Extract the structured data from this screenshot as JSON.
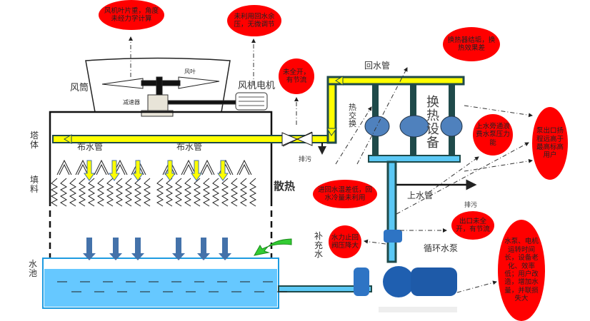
{
  "colors": {
    "problem_ellipse": "#ff0000",
    "hot_water": "#ffff00",
    "pipe": "#1f4a4a",
    "cold_water": "#5bc8f5",
    "pool_water": "#66c8ff",
    "drop_arrow": "#4472aa",
    "makeup_arrow": "#33cc33",
    "exchanger_disc": "#4f81bd"
  },
  "labels": {
    "fan_stack": "风筒",
    "reducer": "减速器",
    "fan_blade": "风叶",
    "fan_motor": "风机电机",
    "return_pipe": "回水管",
    "heat_exchange": "热交换",
    "exchanger": "换热设备",
    "tower_body": "塔体",
    "distribution_pipe_1": "布水管",
    "distribution_pipe_2": "布水管",
    "blowdown_1": "排污",
    "fill": "填料",
    "heat_dissipation": "散热",
    "supply_pipe": "上水管",
    "blowdown_2": "排污",
    "makeup_water": "补充水",
    "circulating_pump": "循环水泵",
    "pool": "水池"
  },
  "problems": [
    "风机叶片重，角度未经力学计算",
    "未利用回水余压，无微调节",
    "未全开，有节流",
    "换热器结垢，换热效果差",
    "上水旁通浪费水泵压力能",
    "泵出口扬程远高于最高标高用户",
    "进回水温差低，回水冷量未利用",
    "出口未全开，有节流",
    "水力止回阀压降大",
    "水泵、电机运转时间长，设备老化、效率低；用户改造，增加水量，并联损失大"
  ]
}
